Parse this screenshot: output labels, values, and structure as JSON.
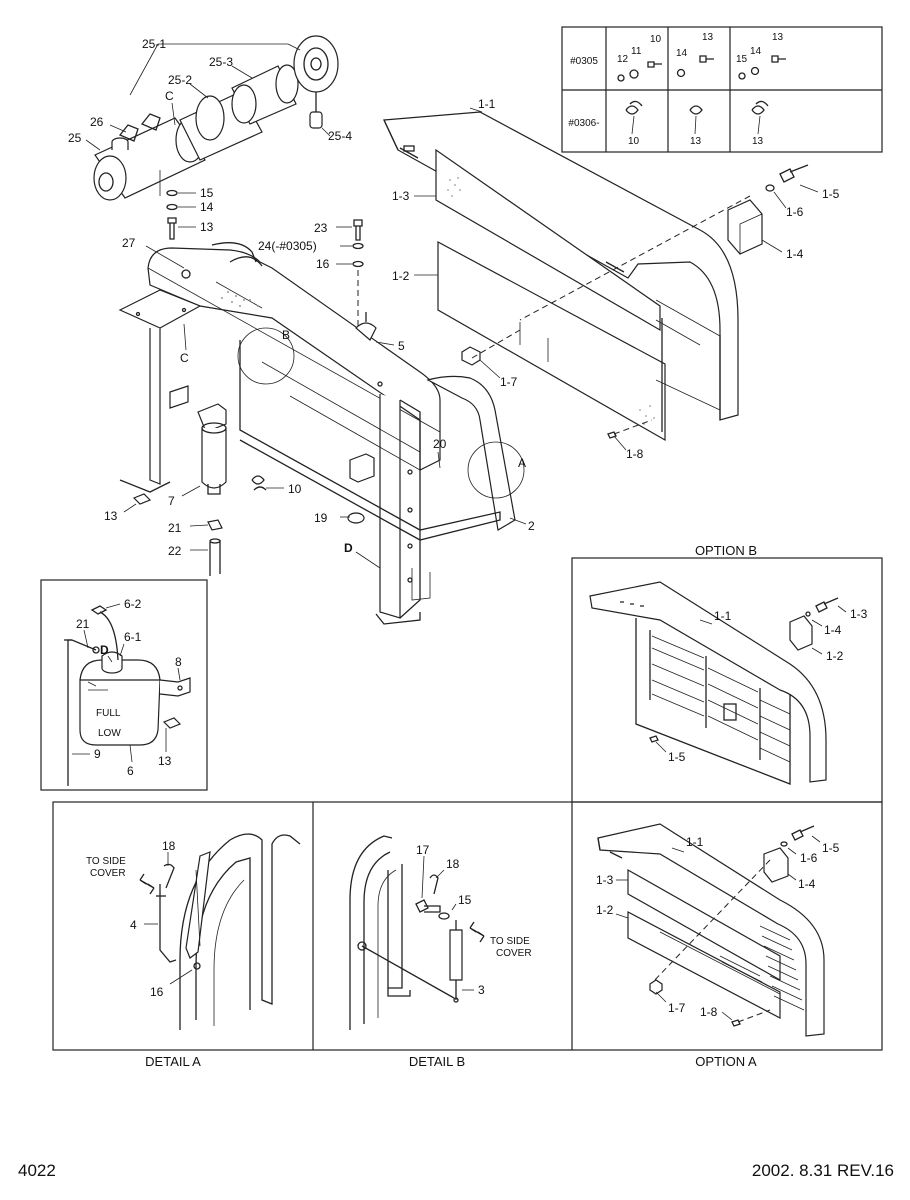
{
  "labels": {
    "main": {
      "p25_1": "25-1",
      "p25_3": "25-3",
      "p25_2": "25-2",
      "pC_top": "C",
      "p26": "26",
      "p25": "25",
      "p25_4": "25-4",
      "p15": "15",
      "p14": "14",
      "p13a": "13",
      "p23": "23",
      "p24": "24(-#0305)",
      "p16": "16",
      "p27": "27",
      "p1_1": "1-1",
      "p1_3": "1-3",
      "p1_2": "1-2",
      "p1_5": "1-5",
      "p1_6": "1-6",
      "p1_4": "1-4",
      "p1_7": "1-7",
      "p1_8": "1-8",
      "pB": "B",
      "pC_mid": "C",
      "p5": "5",
      "p20": "20",
      "pA": "A",
      "p7": "7",
      "p10": "10",
      "p13b": "13",
      "p21": "21",
      "p19": "19",
      "p2": "2",
      "p22": "22",
      "pD": "D"
    },
    "table": {
      "row1_label": "#0305",
      "row2_label": "#0306-",
      "r1c1": [
        "12",
        "11",
        "10"
      ],
      "r1c2": [
        "14",
        "13"
      ],
      "r1c3": [
        "15",
        "14",
        "13"
      ],
      "r2c1": "10",
      "r2c2": "13",
      "r2c3": "13"
    },
    "tank": {
      "p6_2": "6-2",
      "p21": "21",
      "pD": "D",
      "p6_1": "6-1",
      "p8": "8",
      "p9": "9",
      "p6": "6",
      "p13": "13",
      "full": "FULL",
      "low": "LOW"
    },
    "option_b": {
      "p1_1": "1-1",
      "p1_3": "1-3",
      "p1_4": "1-4",
      "p1_2": "1-2",
      "p1_5": "1-5"
    },
    "detail_a": {
      "p18": "18",
      "to_side_1": "TO SIDE",
      "to_side_2": "COVER",
      "p4": "4",
      "p16": "16"
    },
    "detail_b": {
      "p17": "17",
      "p18": "18",
      "p15": "15",
      "to_side_1": "TO SIDE",
      "to_side_2": "COVER",
      "p3": "3"
    },
    "option_a": {
      "p1_1": "1-1",
      "p1_5": "1-5",
      "p1_6": "1-6",
      "p1_4": "1-4",
      "p1_3": "1-3",
      "p1_2": "1-2",
      "p1_7": "1-7",
      "p1_8": "1-8"
    }
  },
  "captions": {
    "option_b": "OPTION B",
    "detail_a": "DETAIL A",
    "detail_b": "DETAIL B",
    "option_a": "OPTION A"
  },
  "footer": {
    "page": "4022",
    "date_rev": "2002. 8.31  REV.16"
  }
}
